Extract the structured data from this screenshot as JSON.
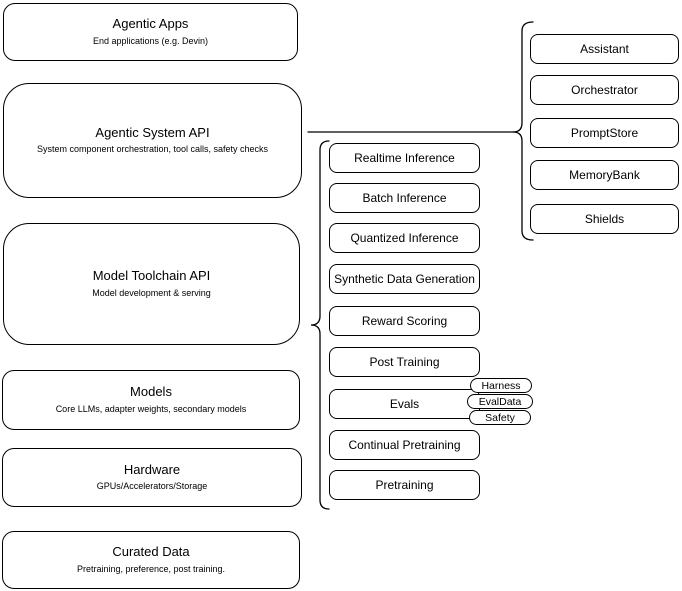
{
  "colors": {
    "stroke": "#000000",
    "background": "#ffffff",
    "text": "#000000"
  },
  "layers": [
    {
      "title": "Agentic Apps",
      "subtitle": "End applications (e.g. Devin)"
    },
    {
      "title": "Agentic System API",
      "subtitle": "System component orchestration, tool calls, safety checks"
    },
    {
      "title": "Model Toolchain API",
      "subtitle": "Model development & serving"
    },
    {
      "title": "Models",
      "subtitle": "Core LLMs, adapter weights, secondary models"
    },
    {
      "title": "Hardware",
      "subtitle": "GPUs/Accelerators/Storage"
    },
    {
      "title": "Curated Data",
      "subtitle": "Pretraining, preference, post training."
    }
  ],
  "toolchain_services": [
    "Realtime Inference",
    "Batch Inference",
    "Quantized Inference",
    "Synthetic Data Generation",
    "Reward Scoring",
    "Post Training",
    "Evals",
    "Continual Pretraining",
    "Pretraining"
  ],
  "eval_tags": [
    "Harness",
    "EvalData",
    "Safety"
  ],
  "system_components": [
    "Assistant",
    "Orchestrator",
    "PromptStore",
    "MemoryBank",
    "Shields"
  ]
}
